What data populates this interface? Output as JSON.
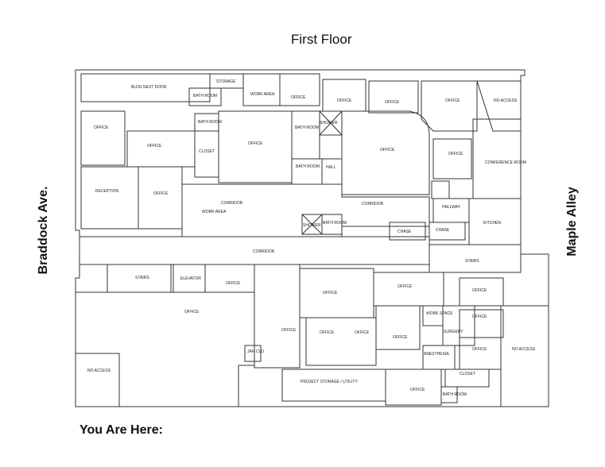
{
  "header": {
    "title": "First Floor"
  },
  "streets": {
    "left": "Braddock Ave.",
    "right": "Maple Alley"
  },
  "footer": {
    "you_are_here": "You Are Here:"
  },
  "rooms": {
    "bldg_next_door": "BLDG NEXT DOOR",
    "storage": "STORAGE",
    "bath_room": "BATH ROOM",
    "work_area": "WORK AREA",
    "office": "OFFICE",
    "no_access": "NO ACCESS",
    "closet": "CLOSET",
    "shower": "SHOWER",
    "conference_room": "CONFERENCE ROOM",
    "reception": "RECEPTION",
    "corridor": "CORRIDOR",
    "hall": "HALL",
    "hallway": "HALLWAY",
    "chase": "CHASE",
    "kitchen": "KITCHEN",
    "stairs": "STAIRS",
    "elevator": "ELEVATOR",
    "work_space": "WORK SPACE",
    "surgery": "SURGERY",
    "anesthesia": "ANESTHESIA",
    "janitor_closet": "JAN CLO",
    "project_storage": "PROJECT STORAGE / UTILITY"
  }
}
